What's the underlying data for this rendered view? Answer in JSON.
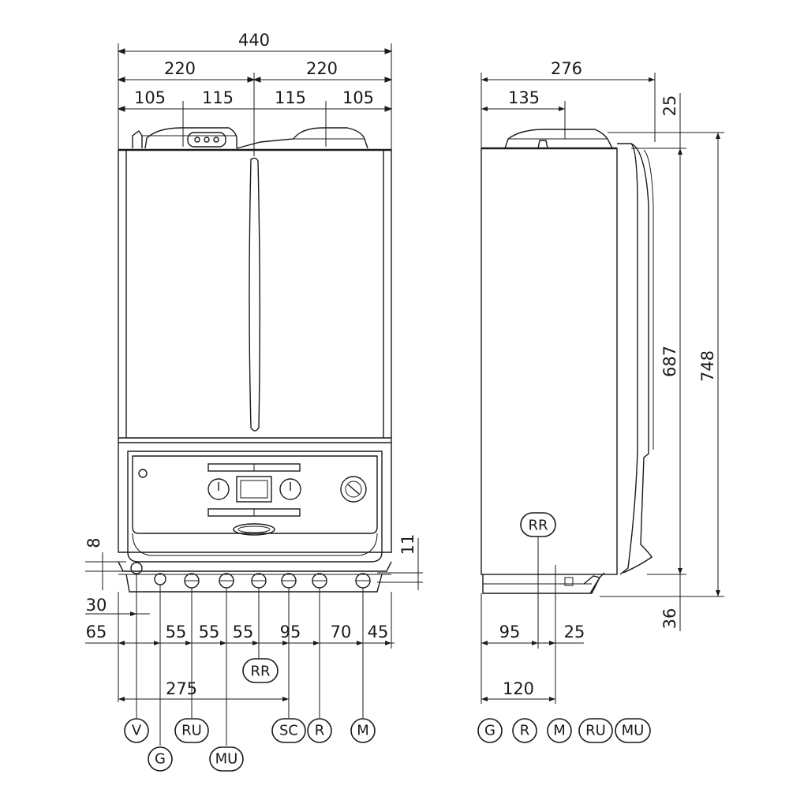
{
  "front_view": {
    "width_total": "440",
    "half_left": "220",
    "half_right": "220",
    "q1": "105",
    "q2": "115",
    "q3": "115",
    "q4": "105",
    "h8": "8",
    "h11": "11",
    "d30": "30",
    "bottom_spacing": [
      "65",
      "55",
      "55",
      "55",
      "95",
      "70",
      "45"
    ],
    "d275": "275",
    "rr_label": "RR",
    "connections": [
      "V",
      "G",
      "RU",
      "MU",
      "SC",
      "R",
      "M"
    ]
  },
  "side_view": {
    "depth_total": "276",
    "d135": "135",
    "d25_top": "25",
    "h687": "687",
    "h748": "748",
    "h36": "36",
    "d95": "95",
    "d25_bottom": "25",
    "d120": "120",
    "rr_label": "RR",
    "connections": [
      "G",
      "R",
      "M",
      "RU",
      "MU"
    ]
  }
}
